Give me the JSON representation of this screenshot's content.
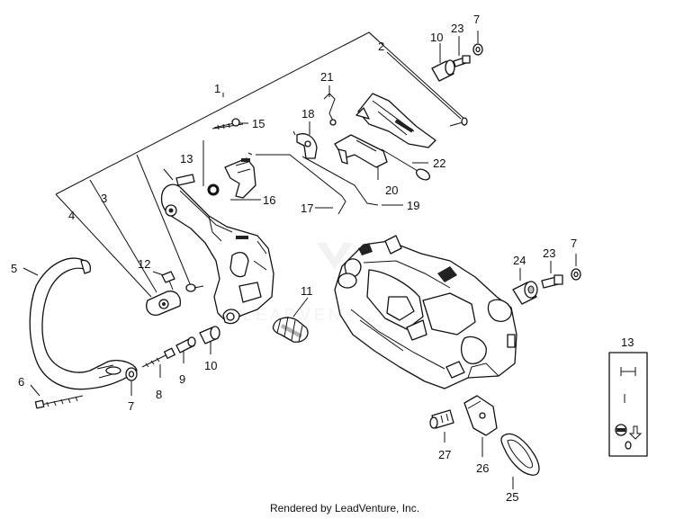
{
  "callouts": [
    {
      "id": "c1",
      "text": "1"
    },
    {
      "id": "c2",
      "text": "2"
    },
    {
      "id": "c3",
      "text": "3"
    },
    {
      "id": "c4",
      "text": "4"
    },
    {
      "id": "c5",
      "text": "5"
    },
    {
      "id": "c6",
      "text": "6"
    },
    {
      "id": "c7a",
      "text": "7"
    },
    {
      "id": "c7b",
      "text": "7"
    },
    {
      "id": "c7c",
      "text": "7"
    },
    {
      "id": "c8",
      "text": "8"
    },
    {
      "id": "c9",
      "text": "9"
    },
    {
      "id": "c10a",
      "text": "10"
    },
    {
      "id": "c10b",
      "text": "10"
    },
    {
      "id": "c11",
      "text": "11"
    },
    {
      "id": "c12",
      "text": "12"
    },
    {
      "id": "c13a",
      "text": "13"
    },
    {
      "id": "c13b",
      "text": "13"
    },
    {
      "id": "c15",
      "text": "15"
    },
    {
      "id": "c16",
      "text": "16"
    },
    {
      "id": "c17",
      "text": "17"
    },
    {
      "id": "c18",
      "text": "18"
    },
    {
      "id": "c19",
      "text": "19"
    },
    {
      "id": "c20",
      "text": "20"
    },
    {
      "id": "c21",
      "text": "21"
    },
    {
      "id": "c22",
      "text": "22"
    },
    {
      "id": "c23a",
      "text": "23"
    },
    {
      "id": "c23b",
      "text": "23"
    },
    {
      "id": "c24",
      "text": "24"
    },
    {
      "id": "c25",
      "text": "25"
    },
    {
      "id": "c26",
      "text": "26"
    },
    {
      "id": "c27",
      "text": "27"
    }
  ],
  "footer": {
    "text": "Rendered by LeadVenture, Inc."
  },
  "watermark": {
    "text": "LEADVENTURE"
  },
  "colors": {
    "ink": "#111111",
    "paper": "#ffffff",
    "watermark": "#e6e6e6"
  }
}
